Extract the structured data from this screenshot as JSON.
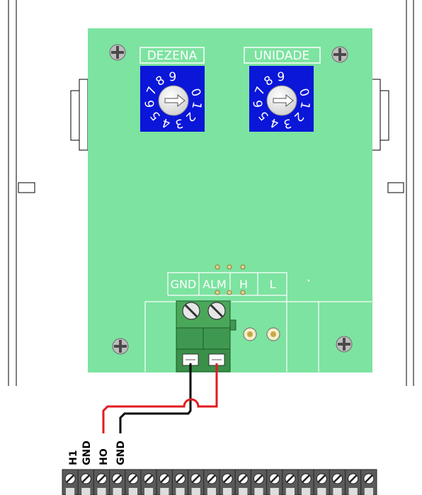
{
  "switches": [
    {
      "label": "DEZENA",
      "digits": [
        "0",
        "1",
        "2",
        "3",
        "4",
        "5",
        "6",
        "7",
        "8",
        "9"
      ]
    },
    {
      "label": "UNIDADE",
      "digits": [
        "0",
        "1",
        "2",
        "3",
        "4",
        "5",
        "6",
        "7",
        "8",
        "9"
      ]
    }
  ],
  "connector_labels": [
    "GND",
    "ALM",
    "H",
    "L"
  ],
  "terminal_labels": [
    "H1",
    "GND",
    "HO",
    "GND"
  ],
  "colors": {
    "board": "#7de3a0",
    "switch_body": "#0a16d8",
    "terminal_block": "#4aa75a",
    "wire_red": "#e11b22",
    "wire_black": "#000000",
    "rail_terminal": "#555555"
  }
}
